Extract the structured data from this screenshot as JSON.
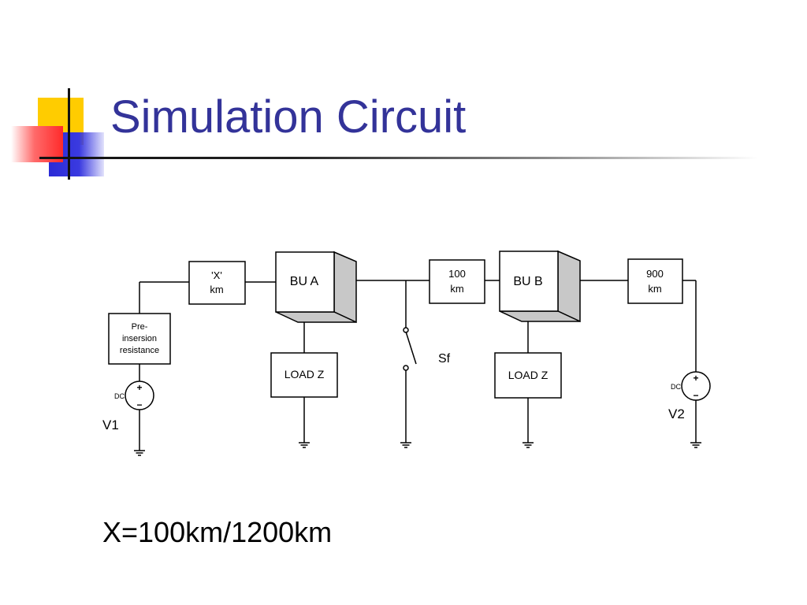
{
  "slide": {
    "title": "Simulation Circuit",
    "formula": "X=100km/1200km",
    "title_color": "#333399"
  },
  "circuit": {
    "line_x_top": "'X'",
    "line_x_bottom": "km",
    "bu_a": "BU A",
    "bu_b": "BU B",
    "line_100_top": "100",
    "line_100_bottom": "km",
    "line_900_top": "900",
    "line_900_bottom": "km",
    "pre_1": "Pre-",
    "pre_2": "insersion",
    "pre_3": "resistance",
    "load_a": "LOAD Z",
    "load_b": "LOAD Z",
    "switch": "Sf",
    "source_1_type": "DC",
    "source_1_label": "V1",
    "source_2_type": "DC",
    "source_2_label": "V2",
    "plus": "+",
    "minus": "−"
  }
}
